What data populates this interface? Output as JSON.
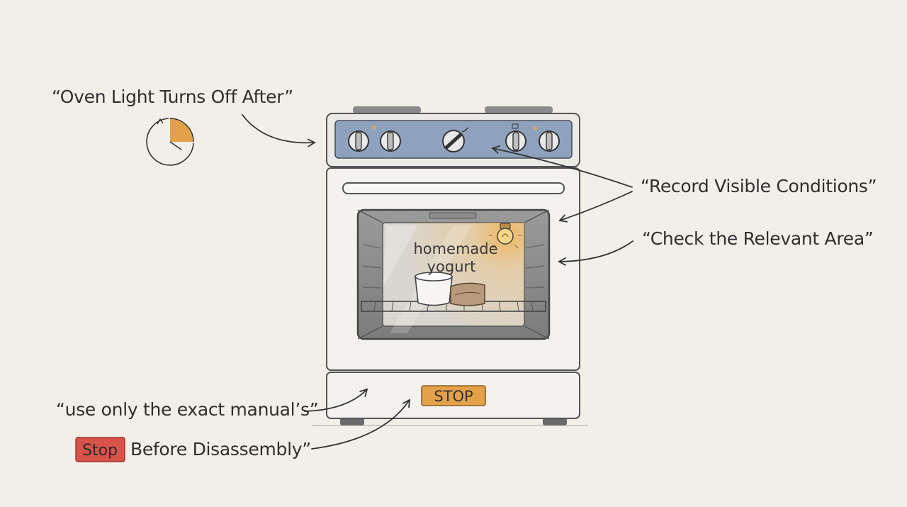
{
  "annotations": {
    "oven_light": "“Oven Light Turns Off After”",
    "record": "“Record Visible Conditions”",
    "check": "“Check the Relevant Area”",
    "manual": "“use only the exact manual’s”",
    "stop_badge": "Stop",
    "disassembly": "Before Disassembly”"
  },
  "oven": {
    "window_text_1": "homemade",
    "window_text_2": "yogurt",
    "stop_button": "STOP"
  },
  "icons": [
    "timer-icon",
    "light-bulb-icon",
    "knob-icon"
  ],
  "colors": {
    "background": "#f1efe8",
    "control_panel": "#8ea2bd",
    "accent_orange": "#e3a24a",
    "stop_red": "#d9534a",
    "ink": "#2f2f2f"
  }
}
